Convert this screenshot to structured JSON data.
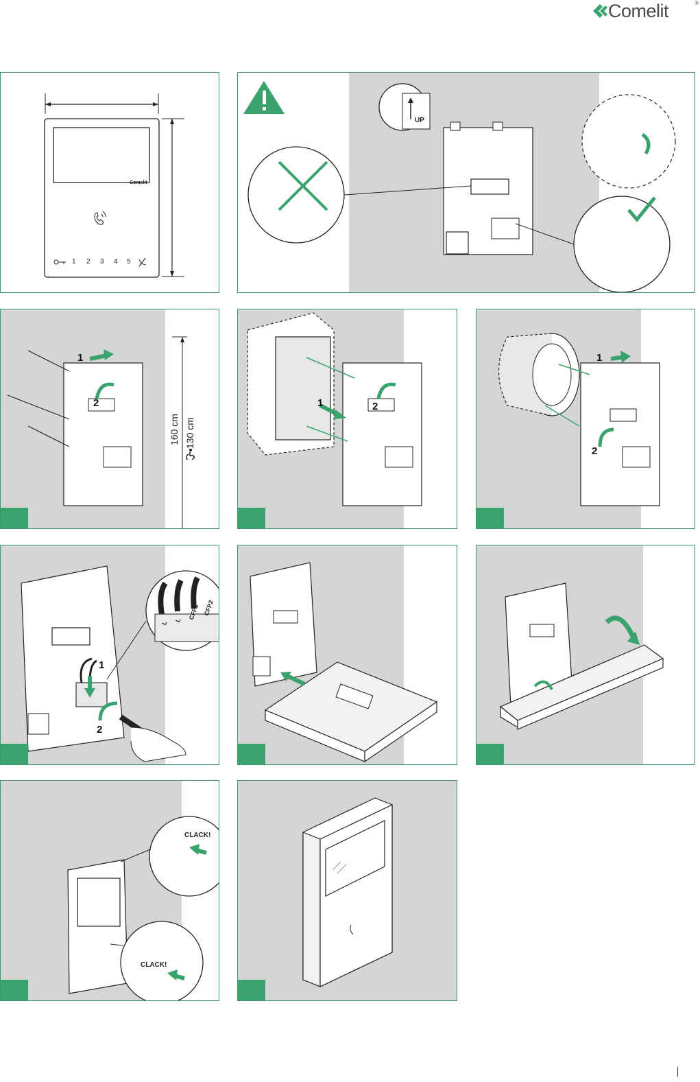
{
  "brand": {
    "name": "Comelit",
    "reg": "®"
  },
  "colors": {
    "accent": "#3aa36d",
    "border": "#3a9a6a",
    "panel_gray": "#d5d5d5"
  },
  "monitor": {
    "brand_label": "Comelit",
    "keys": [
      "1",
      "2",
      "3",
      "4",
      "5"
    ],
    "icons": [
      "key-icon",
      "handset-icon",
      "mute-icon"
    ]
  },
  "panel2": {
    "up_label": "UP",
    "icons": [
      "warning-icon",
      "cross-icon",
      "check-icon"
    ]
  },
  "panel3": {
    "step1": "1",
    "step2": "2",
    "height_main": "160 cm",
    "height_access": "130 cm",
    "icons": [
      "wheelchair-icon"
    ]
  },
  "panel4": {
    "step1": "1",
    "step2": "2"
  },
  "panel5": {
    "step1": "1",
    "step2": "2"
  },
  "panel6": {
    "step1": "1",
    "step2": "2",
    "terminals": [
      "L",
      "L",
      "CFP1",
      "CFP2"
    ]
  },
  "panel10": {
    "clack1": "CLACK!",
    "clack2": "CLACK!"
  }
}
